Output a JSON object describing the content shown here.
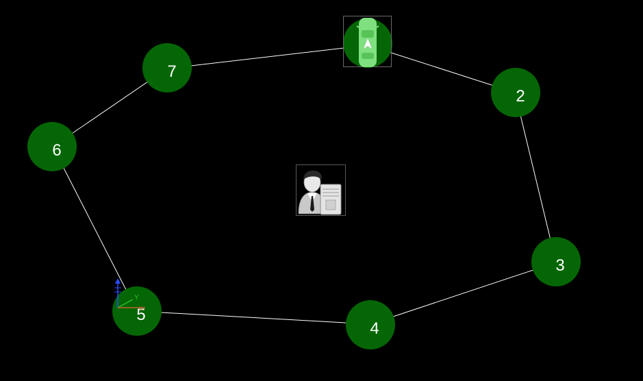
{
  "route": {
    "nodes": [
      {
        "id": "1",
        "label": ""
      },
      {
        "id": "2",
        "label": "2"
      },
      {
        "id": "3",
        "label": "3"
      },
      {
        "id": "4",
        "label": "4"
      },
      {
        "id": "5",
        "label": "5"
      },
      {
        "id": "6",
        "label": "6"
      },
      {
        "id": "7",
        "label": "7"
      }
    ],
    "path_order": [
      "1",
      "2",
      "3",
      "4",
      "5",
      "6",
      "7",
      "1"
    ]
  },
  "axis_gizmo": {
    "y_label": "Y",
    "x_label": "X"
  },
  "icons": {
    "vehicle": "car-top-view-icon",
    "center": "server-operator-icon"
  },
  "colors": {
    "background": "#000000",
    "node_fill": "#056605",
    "edge": "#ffffff",
    "vehicle_body": "#7fe07f"
  }
}
